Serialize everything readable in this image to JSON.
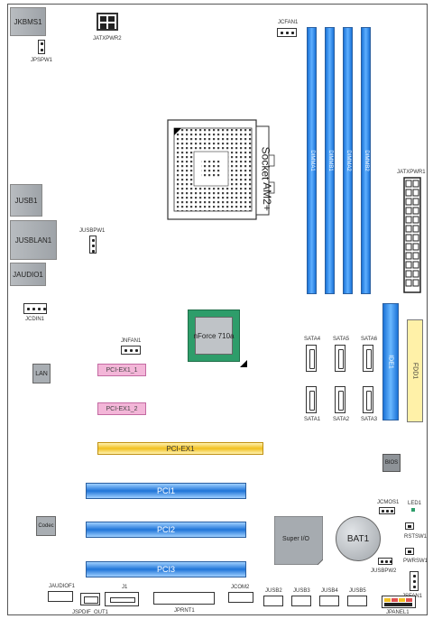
{
  "labels": {
    "jkbms1": "JKBMS1",
    "jpspw1": "JPSPW1",
    "jatxpwr2": "JATXPWR2",
    "jcfan1": "JCFAN1",
    "dimma1": "DIMMA1",
    "dimmb1": "DIMMB1",
    "dimma2": "DIMMA2",
    "dimmb2": "DIMMB2",
    "jatxpwr1": "JATXPWR1",
    "socket": "Socket",
    "am2": "AM2+",
    "jusb1": "JUSB1",
    "jusbpw1": "JUSBPW1",
    "jusblan1": "JUSBLAN1",
    "jaudio1": "JAUDIO1",
    "jcdin1": "JCDIN1",
    "nforce": "nForce 710a",
    "jnfan1": "JNFAN1",
    "ide1": "IDE1",
    "fdd1": "FDD1",
    "sata4": "SATA4",
    "sata5": "SATA5",
    "sata6": "SATA6",
    "sata1": "SATA1",
    "sata2": "SATA2",
    "sata3": "SATA3",
    "lan": "LAN",
    "pciex1_1": "PCI-EX1_1",
    "pciex1_2": "PCI-EX1_2",
    "pciex1": "PCI-EX1",
    "bios": "BIOS",
    "pci1": "PCI1",
    "jcmos1": "JCMOS1",
    "led1": "LED1",
    "pci2": "PCI2",
    "codec": "Codec",
    "superio": "Super I/O",
    "bat1": "BAT1",
    "rstsw1": "RSTSW1",
    "pwrsw1": "PWRSW1",
    "jusbpw2": "JUSBPW2",
    "pci3": "PCI3",
    "jsfan1": "JSFAN1",
    "jaudiof1": "JAUDIOF1",
    "jspdif": "JSPDIF_OUT1",
    "j1": "J1",
    "jprnt1": "JPRNT1",
    "jcom2": "JCOM2",
    "jusb2": "JUSB2",
    "jusb3": "JUSB3",
    "jusb4": "JUSB4",
    "jusb5": "JUSB5",
    "jpanel1": "JPANEL1"
  },
  "colors": {
    "dimm": "#1b73d8",
    "pci": "#1f74d8",
    "pcie_x16": "#f1c020",
    "pcie_x1": "#f3b6d8",
    "ide": "#1f74d8",
    "fdd": "#fff1a8",
    "chipset": "#2e9d6a",
    "port": "#a9aeb3"
  }
}
